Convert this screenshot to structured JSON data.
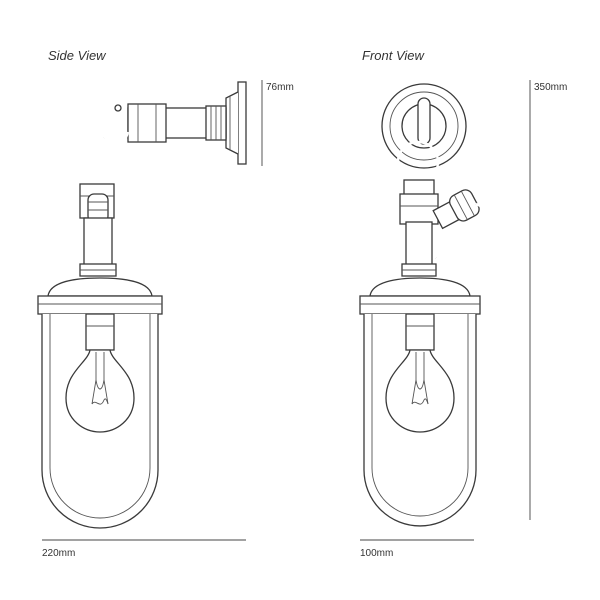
{
  "views": {
    "side": {
      "title": "Side View",
      "depth_label": "76mm",
      "width_label": "220mm"
    },
    "front": {
      "title": "Front View",
      "height_label": "350mm",
      "width_label": "100mm"
    }
  },
  "colors": {
    "line": "#3a3a3a",
    "text": "#333333",
    "background": "#ffffff"
  }
}
